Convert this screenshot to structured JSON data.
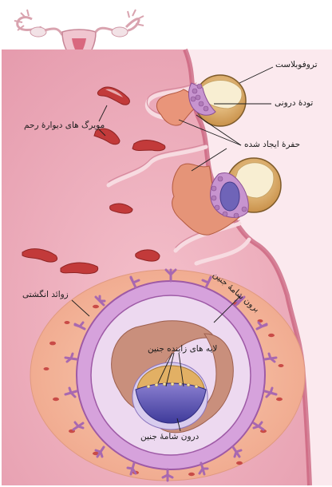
{
  "labels": {
    "trophoblast": "تروفوبلاست",
    "inner_cell_mass": "تودهٔ درونی",
    "endometrial_capillaries": "مویرگ های دیوارهٔ رحم",
    "created_cavity": "حفرهٔ ایجاد شده",
    "chorion": "برون شامهٔ جنین",
    "chorionic_villi": "زوائد انگشتی",
    "germ_layers": "لایه های زاینده جنین",
    "amnion": "درون شامهٔ جنین"
  },
  "colors": {
    "uterine_wall": "#ecaab8",
    "uterine_surface": "#c85e7a",
    "capillary": "#c23a3a",
    "embryonic_tissue": "#c794cf",
    "placental_region": "#f3b89c",
    "yolk": "#e2b064"
  }
}
